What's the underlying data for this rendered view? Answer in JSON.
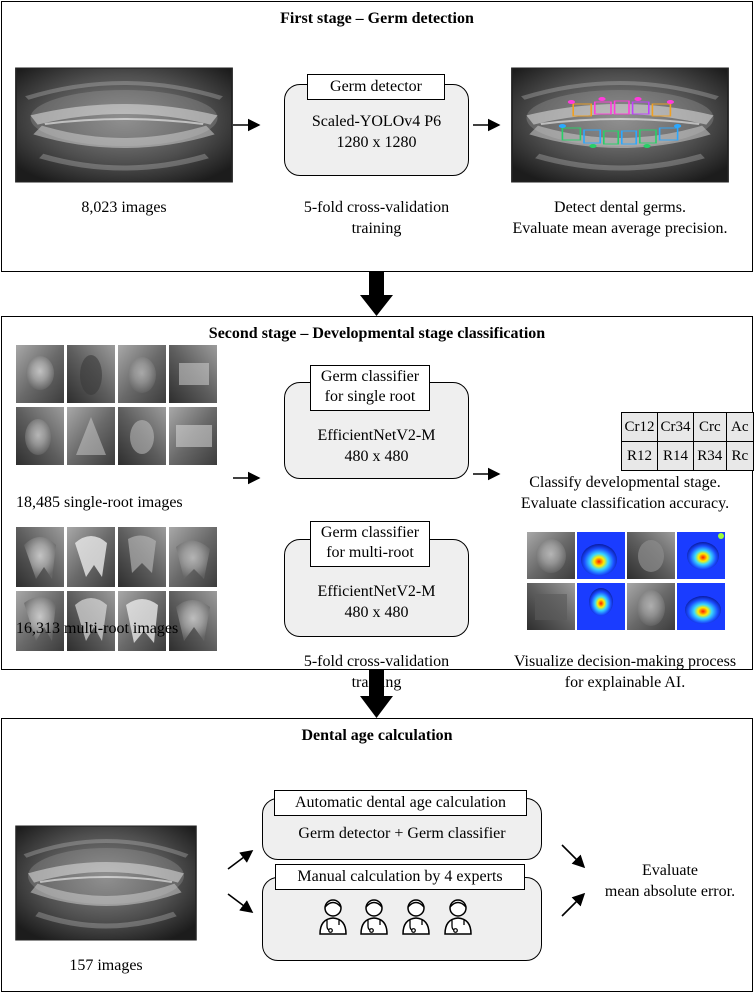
{
  "stage1": {
    "title": "First stage – Germ detection",
    "images_count": "8,023 images",
    "detector_label": "Germ detector",
    "model_line1": "Scaled-YOLOv4 P6",
    "model_line2": "1280 x 1280",
    "training_line1": "5-fold cross-validation",
    "training_line2": "training",
    "result_line1": "Detect dental germs.",
    "result_line2": "Evaluate mean average precision."
  },
  "stage2": {
    "title": "Second stage – Developmental stage classification",
    "single_images": "18,485 single-root images",
    "multi_images": "16,313 multi-root images",
    "single_classifier_line1": "Germ classifier",
    "single_classifier_line2": "for single root",
    "single_model_line1": "EfficientNetV2-M",
    "single_model_line2": "480 x 480",
    "multi_classifier_line1": "Germ classifier",
    "multi_classifier_line2": "for multi-root",
    "multi_model_line1": "EfficientNetV2-M",
    "multi_model_line2": "480 x 480",
    "training_line1": "5-fold cross-validation",
    "training_line2": "training",
    "stage_labels_row1": [
      "Cr12",
      "Cr34",
      "Crc",
      "Ac"
    ],
    "stage_labels_row2": [
      "R12",
      "R14",
      "R34",
      "Rc"
    ],
    "classify_line1": "Classify developmental stage.",
    "classify_line2": "Evaluate classification accuracy.",
    "visualize_line1": "Visualize decision-making process",
    "visualize_line2": "for explainable AI."
  },
  "stage3": {
    "title": "Dental age calculation",
    "images_count": "157 images",
    "auto_label": "Automatic dental age calculation",
    "auto_detail": "Germ detector + Germ classifier",
    "manual_label": "Manual calculation by 4 experts",
    "result_line1": "Evaluate",
    "result_line2": "mean absolute error."
  },
  "icons": [
    "dentist-icon",
    "dentist-icon",
    "dentist-icon",
    "dentist-icon"
  ]
}
